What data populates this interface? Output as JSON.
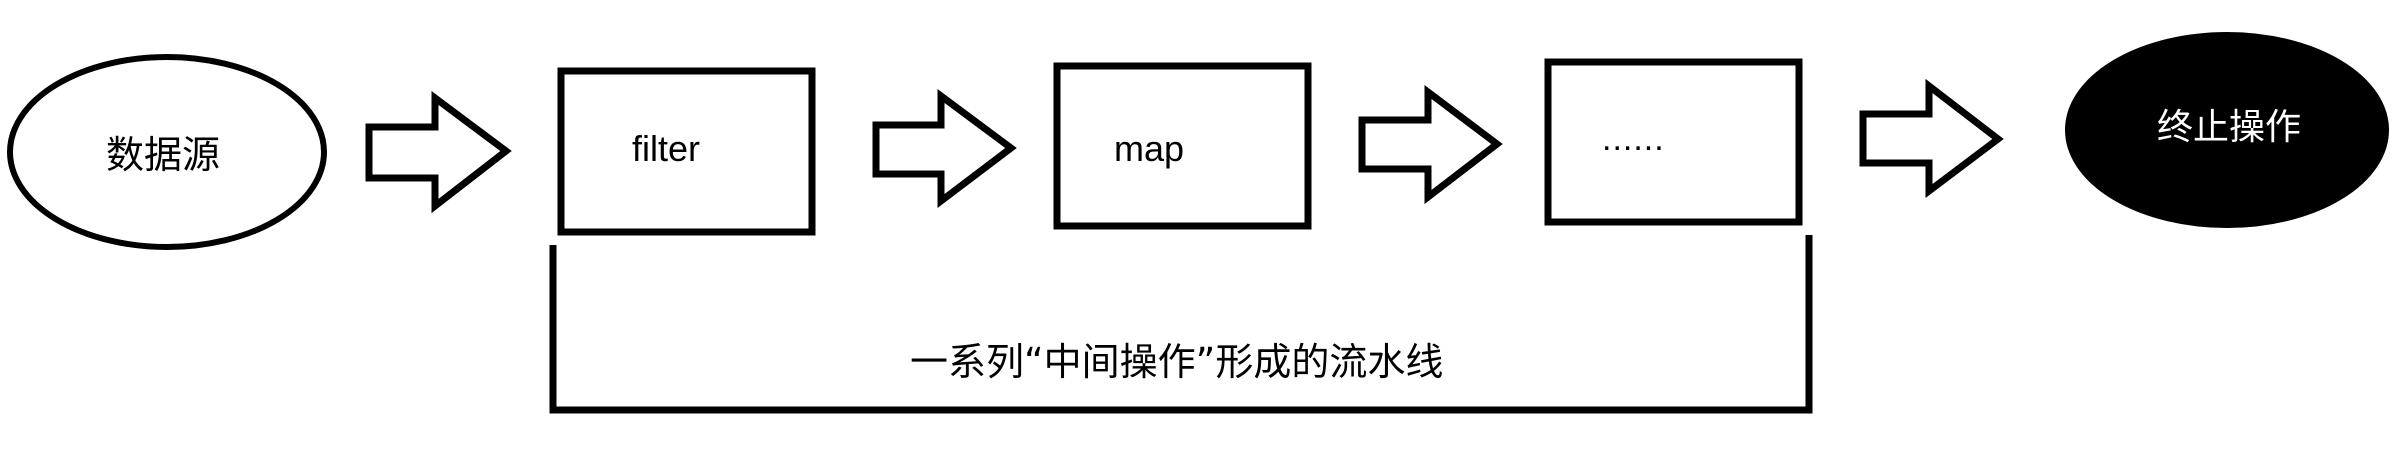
{
  "source": {
    "label": "数据源"
  },
  "operations": [
    {
      "label": "filter"
    },
    {
      "label": "map"
    },
    {
      "label": "......"
    }
  ],
  "terminal": {
    "label": "终止操作"
  },
  "pipeline": {
    "label": "一系列“中间操作”形成的流水线"
  },
  "colors": {
    "stroke": "#000000",
    "background": "#ffffff",
    "terminal_fill": "#000000",
    "terminal_text": "#ffffff"
  }
}
